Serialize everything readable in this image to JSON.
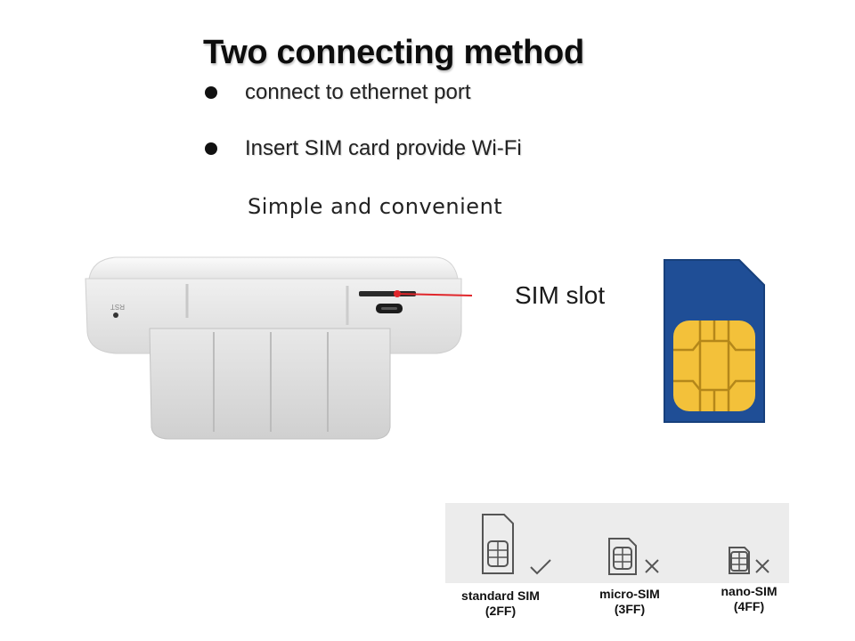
{
  "title": "Two connecting method",
  "bullets": [
    "connect to ethernet port",
    "Insert SIM card provide Wi-Fi"
  ],
  "tagline": "Simple and convenient",
  "device": {
    "slot_label": "SIM slot",
    "reset_label": "RST"
  },
  "sim_sizes": [
    {
      "name": "standard SIM",
      "code": "(2FF)",
      "status": "check-icon"
    },
    {
      "name": "micro-SIM",
      "code": "(3FF)",
      "status": "cross-icon"
    },
    {
      "name": "nano-SIM",
      "code": "(4FF)",
      "status": "cross-icon"
    }
  ],
  "colors": {
    "sim_card_blue": "#1f4e96",
    "sim_chip_gold": "#f3c13a",
    "pointer_red": "#e0262b"
  }
}
